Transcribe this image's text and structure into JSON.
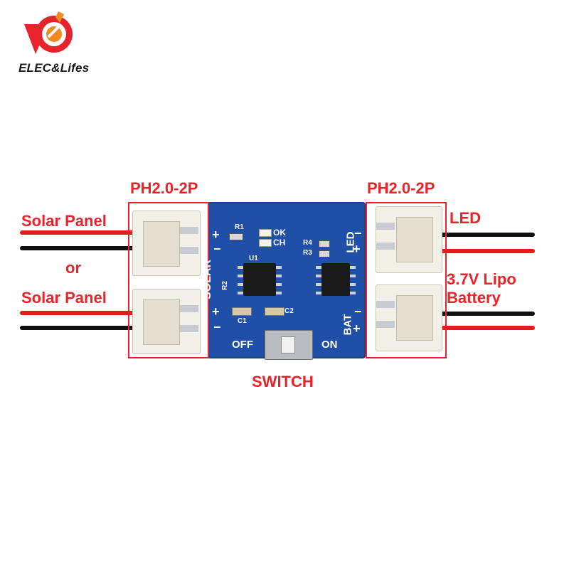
{
  "brand": {
    "name": "ELEC&Lifes",
    "logo_colors": [
      "#e8232a",
      "#f08a24"
    ]
  },
  "labels": {
    "connector_left": "PH2.0-2P",
    "connector_right": "PH2.0-2P",
    "solar_panel_1": "Solar Panel",
    "or": "or",
    "solar_panel_2": "Solar Panel",
    "led": "LED",
    "battery_line1": "3.7V Lipo",
    "battery_line2": "Battery",
    "switch": "SWITCH"
  },
  "pcb": {
    "color": "#1f4fa6",
    "silkscreen": {
      "solar": "SOLAR",
      "led": "LED",
      "bat": "BAT",
      "off": "OFF",
      "on": "ON",
      "ok": "OK",
      "ch": "CH",
      "r1": "R1",
      "r2": "R2",
      "r3": "R3",
      "r4": "R4",
      "u1": "U1",
      "c1": "C1",
      "c2": "C2",
      "plus": "+",
      "minus": "−"
    }
  },
  "colors": {
    "accent": "#e8232a",
    "wire_red": "#e41b1b",
    "wire_black": "#111111"
  }
}
